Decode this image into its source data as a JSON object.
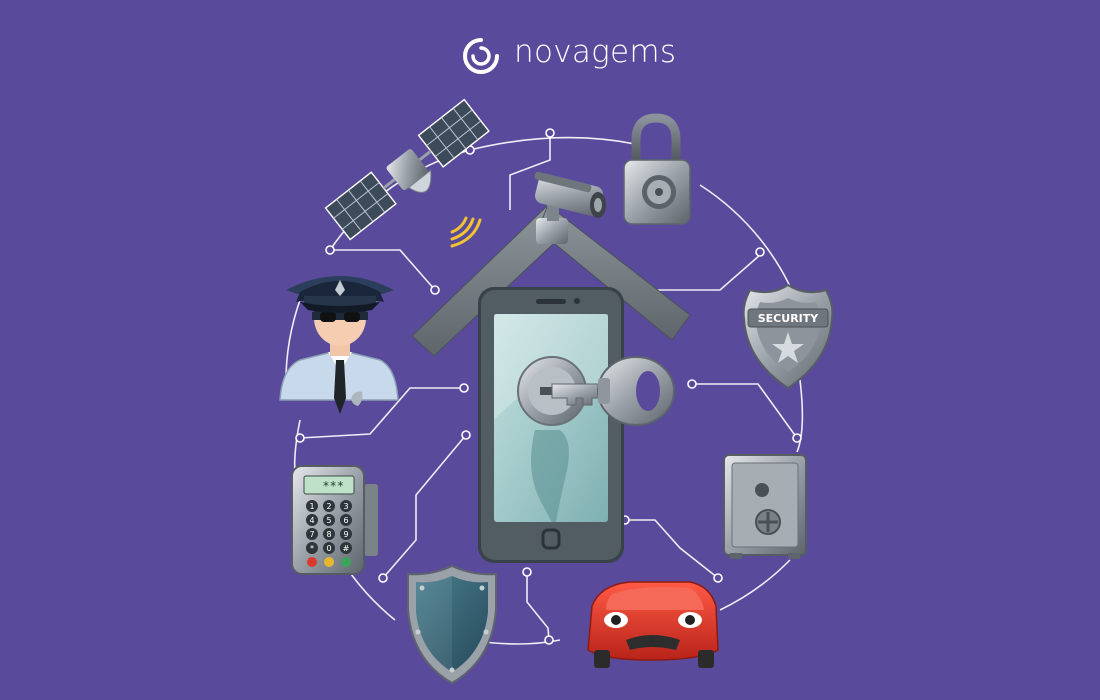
{
  "brand": {
    "name": "novagems",
    "logo_icon": "circle-swirl-logo"
  },
  "badge_text": "SECURITY",
  "keypad_display": "***",
  "keypad_keys": [
    "1",
    "2",
    "3",
    "4",
    "5",
    "6",
    "7",
    "8",
    "9",
    "*",
    "0",
    "#"
  ],
  "colors": {
    "background": "#5a4a9c",
    "lines": "#ffffff",
    "car": "#e03a2f",
    "phone_body": "#3f4a52",
    "phone_screen": "#9cc6c6"
  },
  "icons": [
    "satellite-icon",
    "cctv-camera-icon",
    "padlock-icon",
    "security-badge-icon",
    "safe-icon",
    "car-icon",
    "shield-icon",
    "keypad-icon",
    "security-guard-icon",
    "smartphone-key-icon"
  ]
}
